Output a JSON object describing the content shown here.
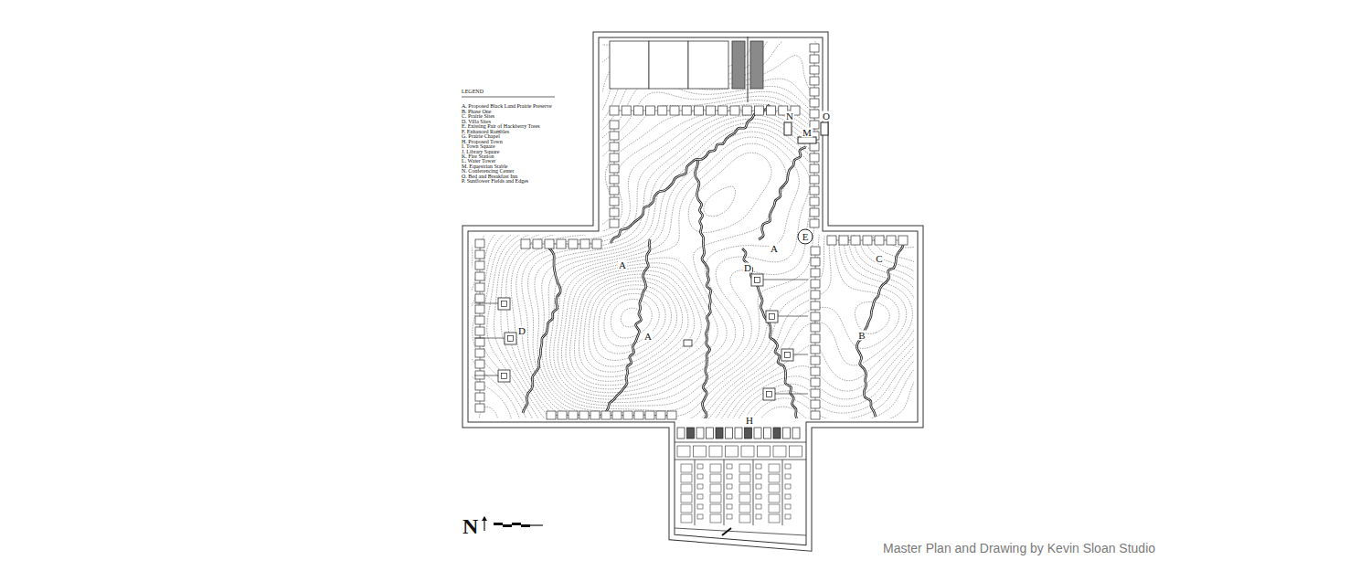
{
  "diagram": {
    "caption": "Master Plan and Drawing by Kevin Sloan Studio",
    "labels": [
      "LEGEND",
      "A. Proposed Black Land Prairie Preserve",
      "B. Phase One",
      "C. Prairie Sites",
      "D. Villa Sites",
      "E. Existing Pair of Hackberry Trees",
      "F. Enhanced Rambles",
      "G. Prairie Chapel",
      "H. Proposed Town",
      "I. Town Square",
      "J. Library Square",
      "K. Fire Station",
      "L. Water Tower",
      "M. Equestrian Stable",
      "N. Conferencing Center",
      "O. Bed and Breakfast Inn",
      "P. Sunflower Fields and Edges",
      "A",
      "A",
      "A",
      "B",
      "C",
      "D",
      "D",
      "E",
      "N",
      "O",
      "M",
      "H",
      "N"
    ]
  }
}
